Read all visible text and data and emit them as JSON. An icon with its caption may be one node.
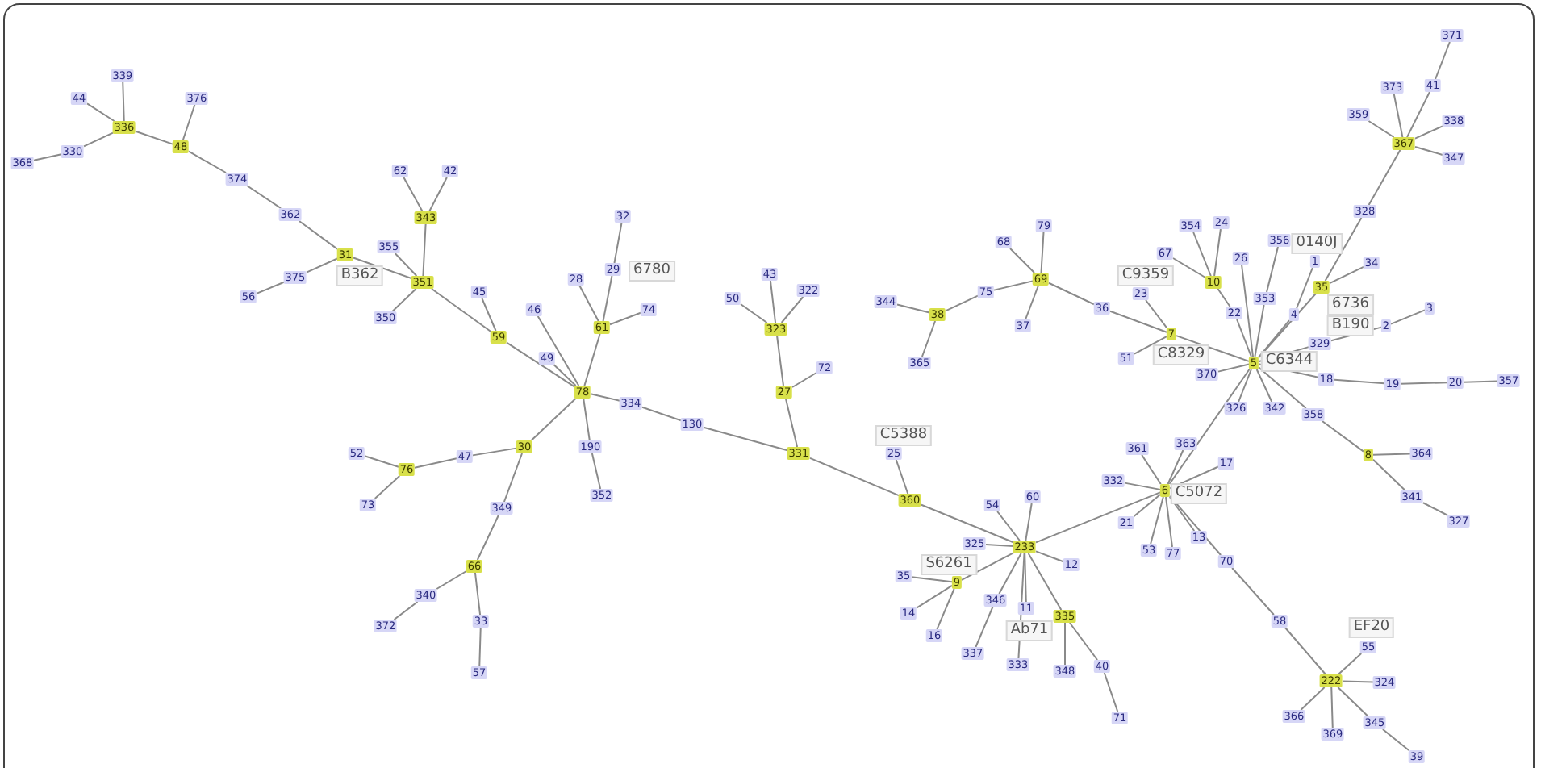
{
  "diagram": {
    "nodes": [
      {
        "text": [
          "339"
        ]
      },
      {
        "text": [
          "44"
        ]
      },
      {
        "text": [
          "336"
        ]
      },
      {
        "text": [
          "330"
        ]
      },
      {
        "text": [
          "368"
        ]
      },
      {
        "text": [
          "48"
        ]
      },
      {
        "text": [
          "376"
        ]
      },
      {
        "text": [
          "374"
        ]
      },
      {
        "text": [
          "362"
        ]
      },
      {
        "text": [
          "31"
        ],
        "beside": [
          "B362"
        ]
      },
      {
        "text": [
          "375"
        ]
      },
      {
        "text": [
          "56"
        ]
      },
      {
        "text": [
          "62"
        ]
      },
      {
        "text": [
          "42"
        ]
      },
      {
        "text": [
          "343"
        ]
      },
      {
        "text": [
          "355"
        ]
      },
      {
        "text": [
          "351"
        ]
      },
      {
        "text": [
          "350"
        ]
      },
      {
        "text": [
          "45"
        ]
      },
      {
        "text": [
          "59"
        ]
      },
      {
        "text": [
          "46"
        ]
      },
      {
        "text": [
          "49"
        ]
      },
      {
        "text": [
          "32"
        ]
      },
      {
        "text": [
          "29"
        ],
        "beside": [
          "6780"
        ]
      },
      {
        "text": [
          "28"
        ]
      },
      {
        "text": [
          "74"
        ]
      },
      {
        "text": [
          "61"
        ]
      },
      {
        "text": [
          "78"
        ]
      },
      {
        "text": [
          "334"
        ]
      },
      {
        "text": [
          "130"
        ]
      },
      {
        "text": [
          "190"
        ]
      },
      {
        "text": [
          "352"
        ]
      },
      {
        "text": [
          "30"
        ]
      },
      {
        "text": [
          "47"
        ]
      },
      {
        "text": [
          "52"
        ]
      },
      {
        "text": [
          "76"
        ]
      },
      {
        "text": [
          "73"
        ]
      },
      {
        "text": [
          "349"
        ]
      },
      {
        "text": [
          "66"
        ]
      },
      {
        "text": [
          "340"
        ]
      },
      {
        "text": [
          "372"
        ]
      },
      {
        "text": [
          "33"
        ]
      },
      {
        "text": [
          "57"
        ]
      },
      {
        "text": [
          "50"
        ]
      },
      {
        "text": [
          "43"
        ]
      },
      {
        "text": [
          "322"
        ]
      },
      {
        "text": [
          "323"
        ]
      },
      {
        "text": [
          "72"
        ]
      },
      {
        "text": [
          "27"
        ]
      },
      {
        "text": [
          "331"
        ]
      },
      {
        "text": [
          "25"
        ],
        "beside": [
          "C5388"
        ]
      },
      {
        "text": [
          "360"
        ]
      },
      {
        "text": [
          "54"
        ]
      },
      {
        "text": [
          "60"
        ]
      },
      {
        "text": [
          "325"
        ]
      },
      {
        "text": [
          "233"
        ]
      },
      {
        "text": [
          "12"
        ]
      },
      {
        "text": [
          "35"
        ]
      },
      {
        "text": [
          "9"
        ],
        "beside": [
          "S6261"
        ]
      },
      {
        "text": [
          "14"
        ]
      },
      {
        "text": [
          "16"
        ]
      },
      {
        "text": [
          "346"
        ]
      },
      {
        "text": [
          "11"
        ],
        "beside": [
          "Ab71"
        ]
      },
      {
        "text": [
          "337"
        ]
      },
      {
        "text": [
          "333"
        ]
      },
      {
        "text": [
          "335"
        ]
      },
      {
        "text": [
          "348"
        ]
      },
      {
        "text": [
          "40"
        ]
      },
      {
        "text": [
          "71"
        ]
      },
      {
        "text": [
          "344"
        ]
      },
      {
        "text": [
          "38"
        ]
      },
      {
        "text": [
          "365"
        ]
      },
      {
        "text": [
          "75"
        ]
      },
      {
        "text": [
          "68"
        ]
      },
      {
        "text": [
          "79"
        ]
      },
      {
        "text": [
          "69"
        ]
      },
      {
        "text": [
          "37"
        ]
      },
      {
        "text": [
          "36"
        ]
      },
      {
        "text": [
          "23"
        ],
        "beside": [
          "C9359"
        ]
      },
      {
        "text": [
          "7"
        ],
        "beside": [
          "C8329"
        ]
      },
      {
        "text": [
          "51"
        ]
      },
      {
        "text": [
          "67"
        ]
      },
      {
        "text": [
          "354"
        ]
      },
      {
        "text": [
          "24"
        ]
      },
      {
        "text": [
          "10"
        ]
      },
      {
        "text": [
          "26"
        ]
      },
      {
        "text": [
          "22"
        ]
      },
      {
        "text": [
          "356"
        ]
      },
      {
        "text": [
          "353"
        ]
      },
      {
        "text": [
          "1"
        ],
        "beside": [
          "0140J"
        ]
      },
      {
        "text": [
          "4"
        ]
      },
      {
        "text": [
          "5"
        ],
        "beside": [
          "C6344"
        ]
      },
      {
        "text": [
          "370"
        ]
      },
      {
        "text": [
          "326"
        ]
      },
      {
        "text": [
          "342"
        ]
      },
      {
        "text": [
          "35"
        ],
        "beside": [
          "6736",
          "B190"
        ]
      },
      {
        "text": [
          "34"
        ]
      },
      {
        "text": [
          "329"
        ]
      },
      {
        "text": [
          "2"
        ]
      },
      {
        "text": [
          "3"
        ]
      },
      {
        "text": [
          "18"
        ]
      },
      {
        "text": [
          "19"
        ]
      },
      {
        "text": [
          "20"
        ]
      },
      {
        "text": [
          "357"
        ]
      },
      {
        "text": [
          "358"
        ]
      },
      {
        "text": [
          "8"
        ]
      },
      {
        "text": [
          "364"
        ]
      },
      {
        "text": [
          "341"
        ]
      },
      {
        "text": [
          "327"
        ]
      },
      {
        "text": [
          "328"
        ]
      },
      {
        "text": [
          "367"
        ]
      },
      {
        "text": [
          "373"
        ]
      },
      {
        "text": [
          "41"
        ]
      },
      {
        "text": [
          "359"
        ]
      },
      {
        "text": [
          "338"
        ]
      },
      {
        "text": [
          "347"
        ]
      },
      {
        "text": [
          "371"
        ]
      },
      {
        "text": [
          "6"
        ],
        "beside": [
          "C5072"
        ]
      },
      {
        "text": [
          "361"
        ]
      },
      {
        "text": [
          "363"
        ]
      },
      {
        "text": [
          "332"
        ]
      },
      {
        "text": [
          "17"
        ]
      },
      {
        "text": [
          "13"
        ]
      },
      {
        "text": [
          "21"
        ]
      },
      {
        "text": [
          "53"
        ]
      },
      {
        "text": [
          "77"
        ]
      },
      {
        "text": [
          "70"
        ]
      },
      {
        "text": [
          "58"
        ]
      },
      {
        "text": [
          "222"
        ]
      },
      {
        "text": [
          "55"
        ],
        "beside": [
          "EF20"
        ]
      },
      {
        "text": [
          "324"
        ]
      },
      {
        "text": [
          "366"
        ]
      },
      {
        "text": [
          "369"
        ]
      },
      {
        "text": [
          "345"
        ]
      },
      {
        "text": [
          "39"
        ]
      }
    ],
    "edges": [
      {
        "from": 2,
        "to": 0,
        "arrow": "none"
      },
      {
        "from": 2,
        "to": 1,
        "arrow": "none"
      },
      {
        "from": 2,
        "to": 3,
        "arrow": "none"
      },
      {
        "from": 3,
        "to": 4,
        "arrow": "none"
      },
      {
        "from": 2,
        "to": 5,
        "arrow": "none"
      },
      {
        "from": 5,
        "to": 6,
        "arrow": "none"
      },
      {
        "from": 5,
        "to": 7,
        "arrow": "none"
      },
      {
        "from": 7,
        "to": 8,
        "arrow": "none"
      },
      {
        "from": 8,
        "to": 9,
        "arrow": "none"
      },
      {
        "from": 9,
        "to": 10,
        "arrow": "none"
      },
      {
        "from": 10,
        "to": 11,
        "arrow": "none"
      },
      {
        "from": 9,
        "to": 16,
        "arrow": "none"
      },
      {
        "from": 14,
        "to": 12,
        "arrow": "none"
      },
      {
        "from": 14,
        "to": 13,
        "arrow": "none"
      },
      {
        "from": 14,
        "to": 16,
        "arrow": "none"
      },
      {
        "from": 16,
        "to": 15,
        "arrow": "none"
      },
      {
        "from": 16,
        "to": 17,
        "arrow": "none"
      },
      {
        "from": 16,
        "to": 19,
        "arrow": "none"
      },
      {
        "from": 19,
        "to": 18,
        "arrow": "none"
      },
      {
        "from": 19,
        "to": 27,
        "arrow": "none"
      },
      {
        "from": 27,
        "to": 20,
        "arrow": "none"
      },
      {
        "from": 27,
        "to": 21,
        "arrow": "none"
      },
      {
        "from": 27,
        "to": 26,
        "arrow": "none"
      },
      {
        "from": 26,
        "to": 24,
        "arrow": "none"
      },
      {
        "from": 26,
        "to": 23,
        "arrow": "none"
      },
      {
        "from": 23,
        "to": 22,
        "arrow": "none"
      },
      {
        "from": 26,
        "to": 25,
        "arrow": "none"
      },
      {
        "from": 27,
        "to": 28,
        "arrow": "none"
      },
      {
        "from": 28,
        "to": 29,
        "arrow": "none"
      },
      {
        "from": 29,
        "to": 49,
        "arrow": "none"
      },
      {
        "from": 27,
        "to": 30,
        "arrow": "none"
      },
      {
        "from": 30,
        "to": 31,
        "arrow": "none"
      },
      {
        "from": 27,
        "to": 32,
        "arrow": "none"
      },
      {
        "from": 32,
        "to": 33,
        "arrow": "none"
      },
      {
        "from": 33,
        "to": 35,
        "arrow": "none"
      },
      {
        "from": 35,
        "to": 34,
        "arrow": "none"
      },
      {
        "from": 35,
        "to": 36,
        "arrow": "none"
      },
      {
        "from": 32,
        "to": 37,
        "arrow": "none"
      },
      {
        "from": 37,
        "to": 38,
        "arrow": "none"
      },
      {
        "from": 38,
        "to": 39,
        "arrow": "none"
      },
      {
        "from": 39,
        "to": 40,
        "arrow": "none"
      },
      {
        "from": 38,
        "to": 41,
        "arrow": "none"
      },
      {
        "from": 41,
        "to": 42,
        "arrow": "none"
      },
      {
        "from": 49,
        "to": 48,
        "arrow": "none"
      },
      {
        "from": 48,
        "to": 47,
        "arrow": "none"
      },
      {
        "from": 48,
        "to": 46,
        "arrow": "none"
      },
      {
        "from": 46,
        "to": 43,
        "arrow": "none"
      },
      {
        "from": 46,
        "to": 44,
        "arrow": "none"
      },
      {
        "from": 46,
        "to": 45,
        "arrow": "none"
      },
      {
        "from": 49,
        "to": 51,
        "arrow": "none"
      },
      {
        "from": 51,
        "to": 50,
        "arrow": "none"
      },
      {
        "from": 51,
        "to": 55,
        "arrow": "none"
      },
      {
        "from": 55,
        "to": 52,
        "arrow": "none"
      },
      {
        "from": 55,
        "to": 53,
        "arrow": "none"
      },
      {
        "from": 55,
        "to": 54,
        "arrow": "none"
      },
      {
        "from": 55,
        "to": 56,
        "arrow": "none"
      },
      {
        "from": 55,
        "to": 58,
        "arrow": "none"
      },
      {
        "from": 58,
        "to": 57,
        "arrow": "none"
      },
      {
        "from": 58,
        "to": 59,
        "arrow": "none"
      },
      {
        "from": 58,
        "to": 60,
        "arrow": "none"
      },
      {
        "from": 55,
        "to": 61,
        "arrow": "none"
      },
      {
        "from": 61,
        "to": 63,
        "arrow": "none"
      },
      {
        "from": 55,
        "to": 62,
        "arrow": "none"
      },
      {
        "from": 55,
        "to": 64,
        "arrow": "none"
      },
      {
        "from": 55,
        "to": 65,
        "arrow": "none"
      },
      {
        "from": 65,
        "to": 66,
        "arrow": "none"
      },
      {
        "from": 65,
        "to": 67,
        "arrow": "none"
      },
      {
        "from": 67,
        "to": 68,
        "arrow": "none"
      },
      {
        "from": 55,
        "to": 117,
        "arrow": "none"
      },
      {
        "from": 117,
        "to": 118,
        "arrow": "none"
      },
      {
        "from": 117,
        "to": 119,
        "arrow": "none"
      },
      {
        "from": 117,
        "to": 120,
        "arrow": "none"
      },
      {
        "from": 117,
        "to": 121,
        "arrow": "none"
      },
      {
        "from": 117,
        "to": 122,
        "arrow": "none"
      },
      {
        "from": 117,
        "to": 123,
        "arrow": "none"
      },
      {
        "from": 117,
        "to": 124,
        "arrow": "none"
      },
      {
        "from": 117,
        "to": 125,
        "arrow": "none"
      },
      {
        "from": 117,
        "to": 126,
        "arrow": "none"
      },
      {
        "from": 126,
        "to": 127,
        "arrow": "none"
      },
      {
        "from": 127,
        "to": 128,
        "arrow": "none"
      },
      {
        "from": 128,
        "to": 129,
        "arrow": "none"
      },
      {
        "from": 128,
        "to": 130,
        "arrow": "none"
      },
      {
        "from": 128,
        "to": 131,
        "arrow": "none"
      },
      {
        "from": 128,
        "to": 132,
        "arrow": "none"
      },
      {
        "from": 128,
        "to": 133,
        "arrow": "none"
      },
      {
        "from": 133,
        "to": 134,
        "arrow": "none"
      },
      {
        "from": 117,
        "to": 91,
        "arrow": "none"
      },
      {
        "from": 91,
        "to": 79,
        "arrow": "none"
      },
      {
        "from": 79,
        "to": 78,
        "arrow": "none"
      },
      {
        "from": 79,
        "to": 80,
        "arrow": "none"
      },
      {
        "from": 79,
        "to": 77,
        "arrow": "none"
      },
      {
        "from": 77,
        "to": 75,
        "arrow": "none"
      },
      {
        "from": 75,
        "to": 74,
        "arrow": "none"
      },
      {
        "from": 75,
        "to": 73,
        "arrow": "none"
      },
      {
        "from": 75,
        "to": 72,
        "arrow": "none"
      },
      {
        "from": 72,
        "to": 70,
        "arrow": "none"
      },
      {
        "from": 70,
        "to": 69,
        "arrow": "none"
      },
      {
        "from": 70,
        "to": 71,
        "arrow": "none"
      },
      {
        "from": 75,
        "to": 76,
        "arrow": "none"
      },
      {
        "from": 91,
        "to": 86,
        "arrow": "none"
      },
      {
        "from": 86,
        "to": 84,
        "arrow": "none"
      },
      {
        "from": 84,
        "to": 81,
        "arrow": "none"
      },
      {
        "from": 84,
        "to": 82,
        "arrow": "none"
      },
      {
        "from": 84,
        "to": 83,
        "arrow": "none"
      },
      {
        "from": 91,
        "to": 85,
        "arrow": "none"
      },
      {
        "from": 91,
        "to": 88,
        "arrow": "none"
      },
      {
        "from": 88,
        "to": 87,
        "arrow": "none"
      },
      {
        "from": 91,
        "to": 90,
        "arrow": "none"
      },
      {
        "from": 90,
        "to": 89,
        "arrow": "none"
      },
      {
        "from": 91,
        "to": 95,
        "arrow": "none"
      },
      {
        "from": 95,
        "to": 96,
        "arrow": "none"
      },
      {
        "from": 95,
        "to": 109,
        "arrow": "none"
      },
      {
        "from": 109,
        "to": 110,
        "arrow": "none"
      },
      {
        "from": 110,
        "to": 111,
        "arrow": "none"
      },
      {
        "from": 110,
        "to": 112,
        "arrow": "none"
      },
      {
        "from": 112,
        "to": 116,
        "arrow": "none"
      },
      {
        "from": 110,
        "to": 113,
        "arrow": "none"
      },
      {
        "from": 110,
        "to": 114,
        "arrow": "none"
      },
      {
        "from": 110,
        "to": 115,
        "arrow": "none"
      },
      {
        "from": 91,
        "to": 97,
        "arrow": "none"
      },
      {
        "from": 97,
        "to": 98,
        "arrow": "none"
      },
      {
        "from": 98,
        "to": 99,
        "arrow": "none"
      },
      {
        "from": 91,
        "to": 100,
        "arrow": "none"
      },
      {
        "from": 100,
        "to": 101,
        "arrow": "none"
      },
      {
        "from": 101,
        "to": 102,
        "arrow": "none"
      },
      {
        "from": 102,
        "to": 103,
        "arrow": "none"
      },
      {
        "from": 91,
        "to": 92,
        "arrow": "none"
      },
      {
        "from": 91,
        "to": 93,
        "arrow": "none"
      },
      {
        "from": 91,
        "to": 94,
        "arrow": "none"
      },
      {
        "from": 91,
        "to": 104,
        "arrow": "none"
      },
      {
        "from": 104,
        "to": 105,
        "arrow": "none"
      },
      {
        "from": 105,
        "to": 106,
        "arrow": "none"
      },
      {
        "from": 105,
        "to": 107,
        "arrow": "none"
      },
      {
        "from": 107,
        "to": 108,
        "arrow": "none"
      }
    ]
  }
}
